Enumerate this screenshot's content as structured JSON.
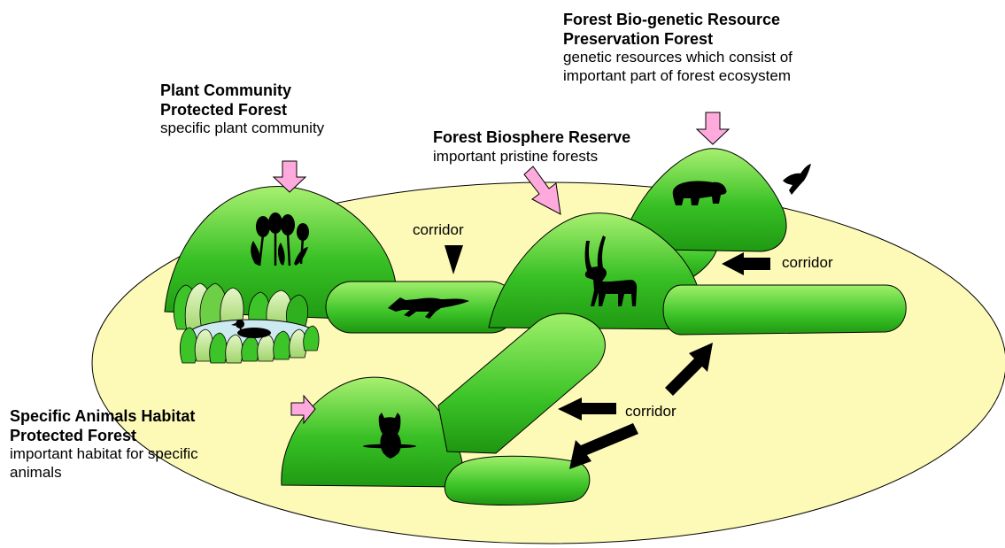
{
  "labels": {
    "plant": {
      "title_1": "Plant  Community",
      "title_2": "Protected  Forest",
      "desc_1": "specific  plant community"
    },
    "biosphere": {
      "title_1": "Forest  Biosphere Reserve",
      "desc_1": "important pristine forests"
    },
    "genetic": {
      "title_1": "Forest Bio-genetic Resource",
      "title_2": "Preservation Forest",
      "desc_1": "genetic  resources  which  consist of",
      "desc_2": "important part of forest  ecosystem"
    },
    "animals": {
      "title_1": "Specific Animals Habitat",
      "title_2": "Protected Forest",
      "desc_1": "important habitat for specific",
      "desc_2": "animals"
    }
  },
  "corridors": [
    "corridor",
    "corridor",
    "corridor"
  ],
  "colors": {
    "ellipse": "#fdfab8",
    "forest_light": "#a8f070",
    "forest_dark": "#1f9a12",
    "pink_arrow": "#ffaadd",
    "water": "#cceaf0"
  },
  "icons": [
    "tulips-icon",
    "duck-icon",
    "fox-icon",
    "deer-icon",
    "bear-icon",
    "bird-icon",
    "owl-icon"
  ]
}
